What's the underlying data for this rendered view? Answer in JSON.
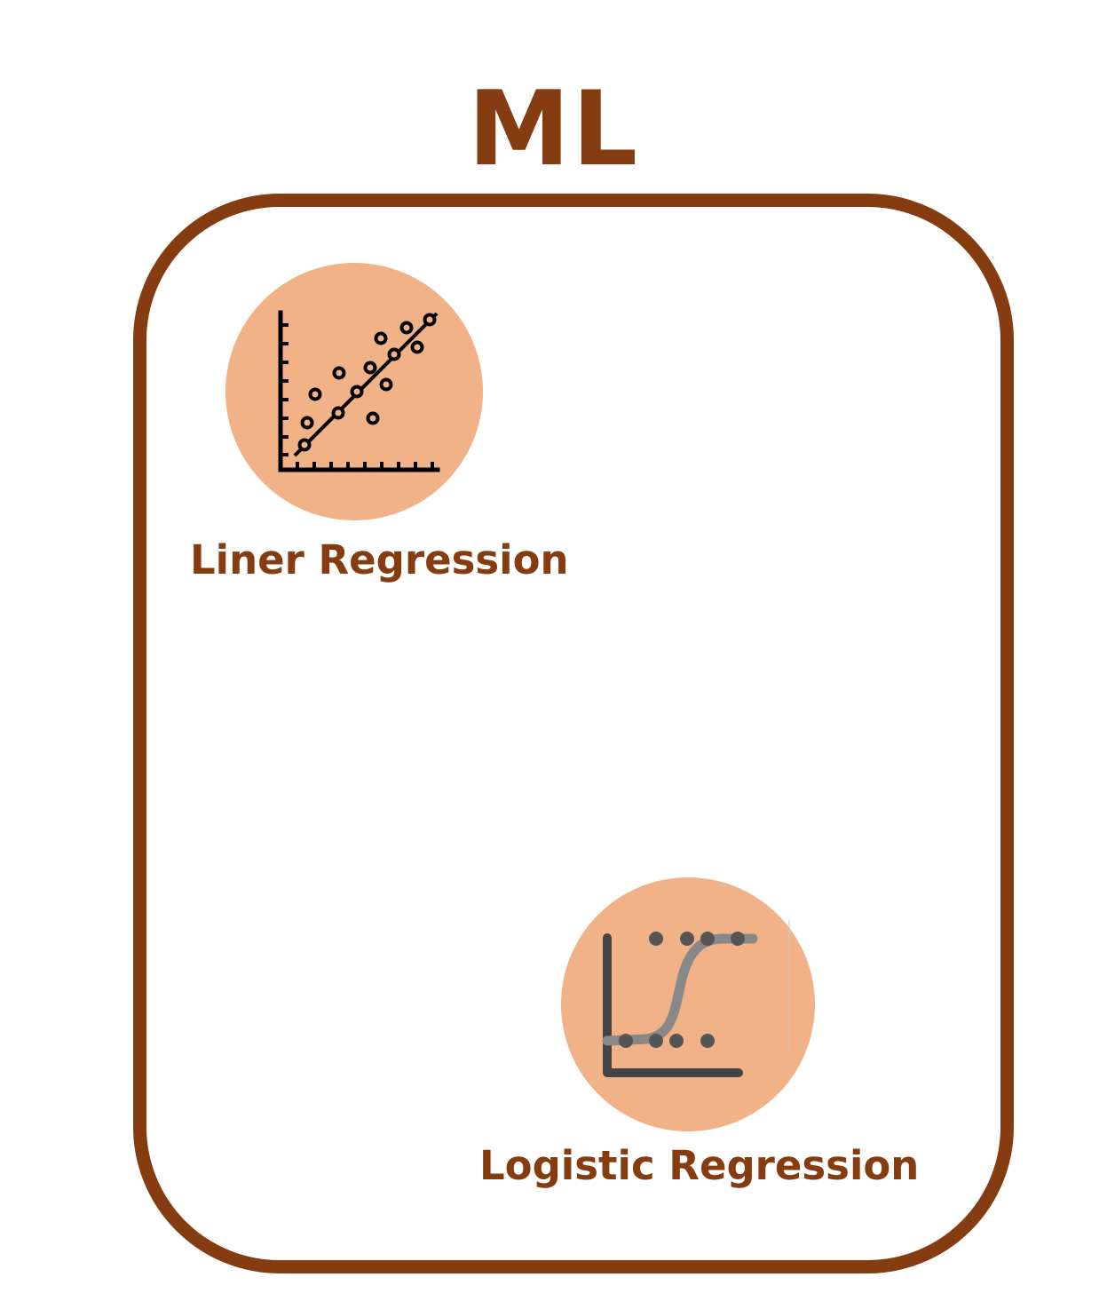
{
  "title": "ML",
  "nodes": [
    {
      "label": "Liner Regression",
      "icon": "scatter-plot-regression-icon"
    },
    {
      "label": "Logistic Regression",
      "icon": "sigmoid-curve-icon"
    }
  ],
  "colors": {
    "accent": "#853c10",
    "icon_fill": "#f2b287",
    "background": "#ffffff"
  }
}
